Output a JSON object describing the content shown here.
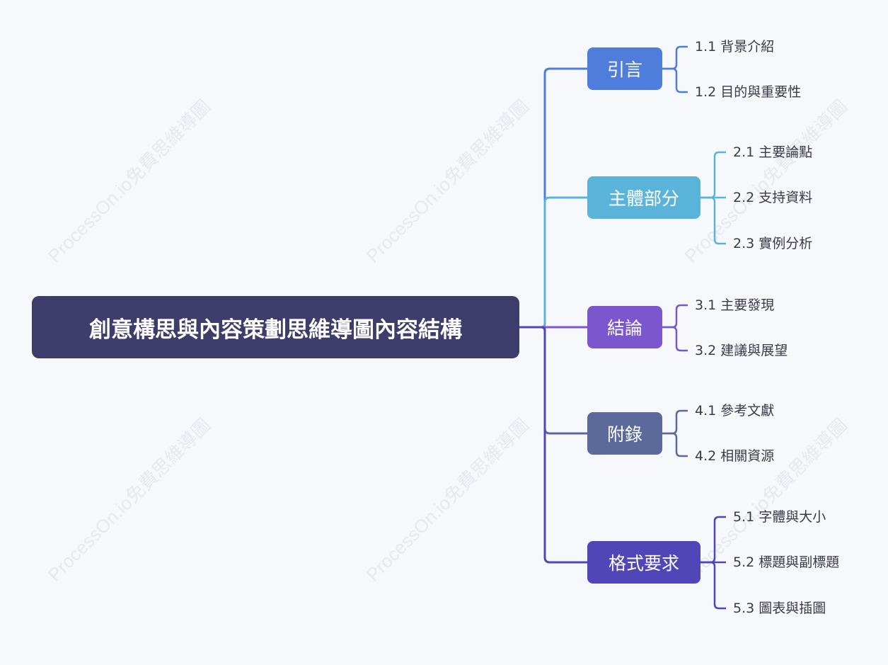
{
  "root": {
    "title": "創意構思與內容策劃思維導圖內容結構",
    "color": "#3e3c6b"
  },
  "watermark": "ProcessOn.io免費思維導圖",
  "branches": [
    {
      "label": "引言",
      "color": "#4f7ddb",
      "children": [
        "1.1 背景介紹",
        "1.2 目的與重要性"
      ]
    },
    {
      "label": "主體部分",
      "color": "#5ab4d9",
      "children": [
        "2.1 主要論點",
        "2.2 支持資料",
        "2.3 實例分析"
      ]
    },
    {
      "label": "結論",
      "color": "#7b56cc",
      "children": [
        "3.1 主要發現",
        "3.2 建議與展望"
      ]
    },
    {
      "label": "附錄",
      "color": "#5b6a9a",
      "children": [
        "4.1 參考文獻",
        "4.2 相關資源"
      ]
    },
    {
      "label": "格式要求",
      "color": "#5046b8",
      "children": [
        "5.1 字體與大小",
        "5.2 標題與副標題",
        "5.3 圖表與插圖"
      ]
    }
  ]
}
